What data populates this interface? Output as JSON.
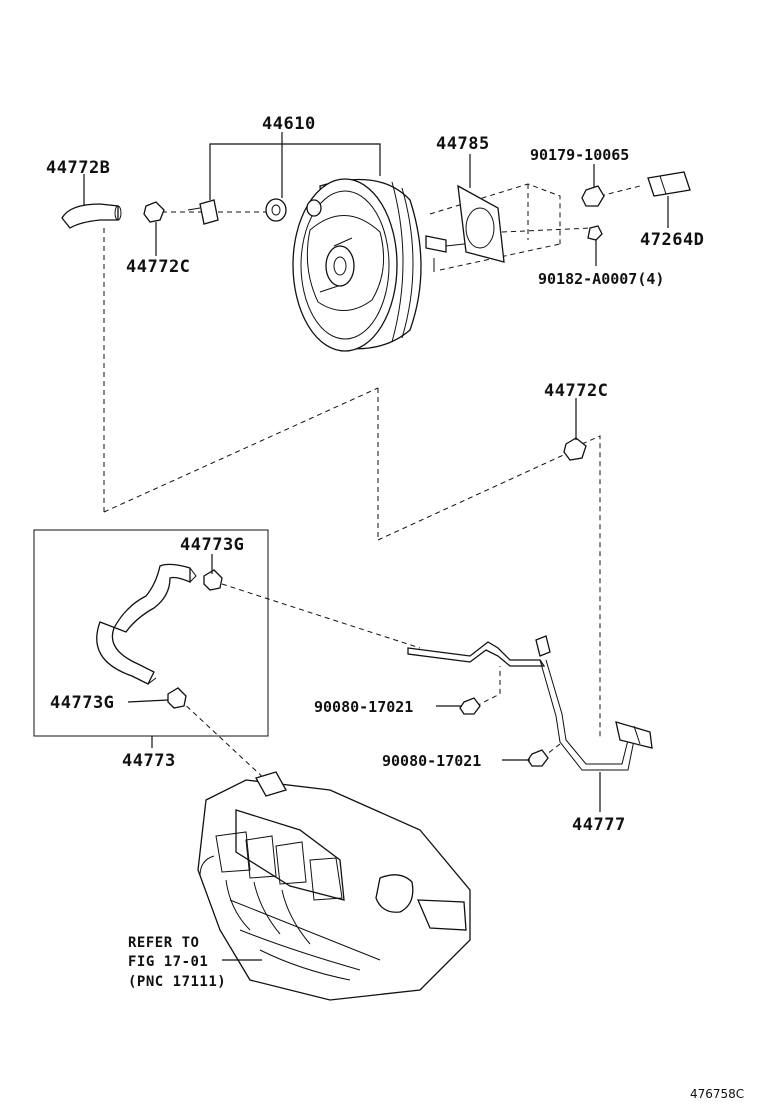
{
  "labels": {
    "l44610": "44610",
    "l44785": "44785",
    "l44772B": "44772B",
    "l44772C_a": "44772C",
    "l90179": "90179-10065",
    "l47264D": "47264D",
    "l90182": "90182-A0007(4)",
    "l44772C_b": "44772C",
    "l44773G_a": "44773G",
    "l44773G_b": "44773G",
    "l44773": "44773",
    "l90080_a": "90080-17021",
    "l90080_b": "90080-17021",
    "l44777": "44777"
  },
  "reference": {
    "line1": "REFER TO",
    "line2": "FIG 17-01",
    "line3": "(PNC 17111)"
  },
  "figure_code": "476758C"
}
